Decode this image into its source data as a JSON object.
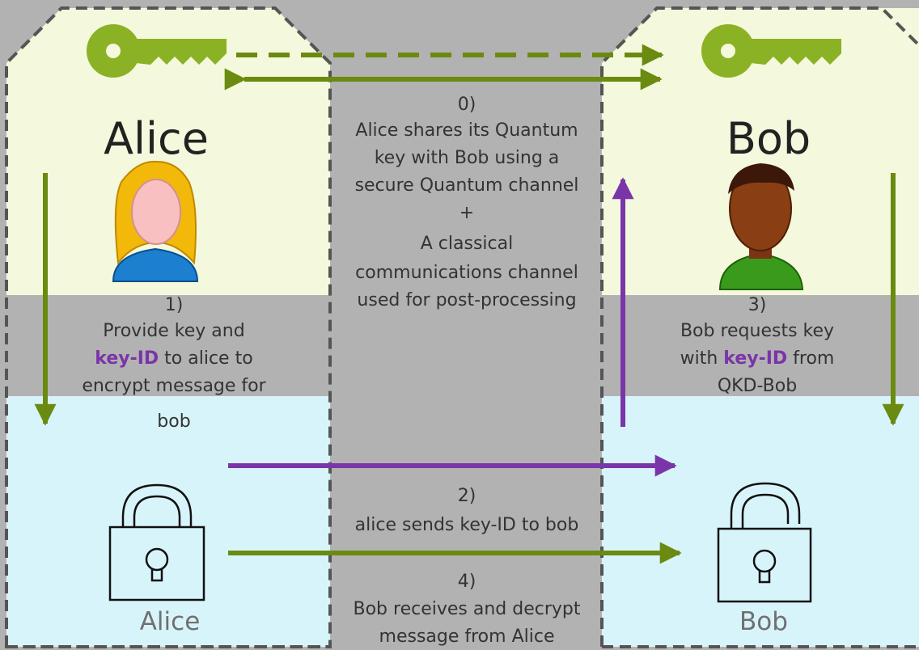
{
  "colors": {
    "background": "#b2b2b2",
    "qkd_zone": "#f4f8dc",
    "client_zone": "#d8f4fb",
    "green": "#6a8a10",
    "purple": "#7a35a8",
    "key": "#8ab224"
  },
  "icons": [
    "key-icon",
    "key-icon",
    "female-user-icon",
    "male-user-icon",
    "padlock-closed-icon",
    "padlock-open-icon"
  ],
  "alice": {
    "title": "Alice",
    "label": "Alice"
  },
  "bob": {
    "title": "Bob",
    "label": "Bob"
  },
  "step0": {
    "number": "0)",
    "line1": "Alice shares its Quantum",
    "line2": "key with Bob using a",
    "line3": "secure Quantum channel",
    "plus": "+",
    "line4": "A classical",
    "line5": "communications channel",
    "line6": "used for post-processing"
  },
  "step1": {
    "number": "1)",
    "line1": "Provide key and",
    "keyid": "key-ID",
    "line2_rest": " to alice to",
    "line3": "encrypt message for",
    "line4": "bob"
  },
  "step2": {
    "number": "2)",
    "line1": "alice sends key-ID to bob"
  },
  "step3": {
    "number": "3)",
    "line1": "Bob requests key",
    "with": "with ",
    "keyid": "key-ID",
    "from": " from",
    "line3": "QKD-Bob"
  },
  "step4": {
    "number": "4)",
    "line1": "Bob receives and decrypt",
    "line2": "message from Alice"
  }
}
